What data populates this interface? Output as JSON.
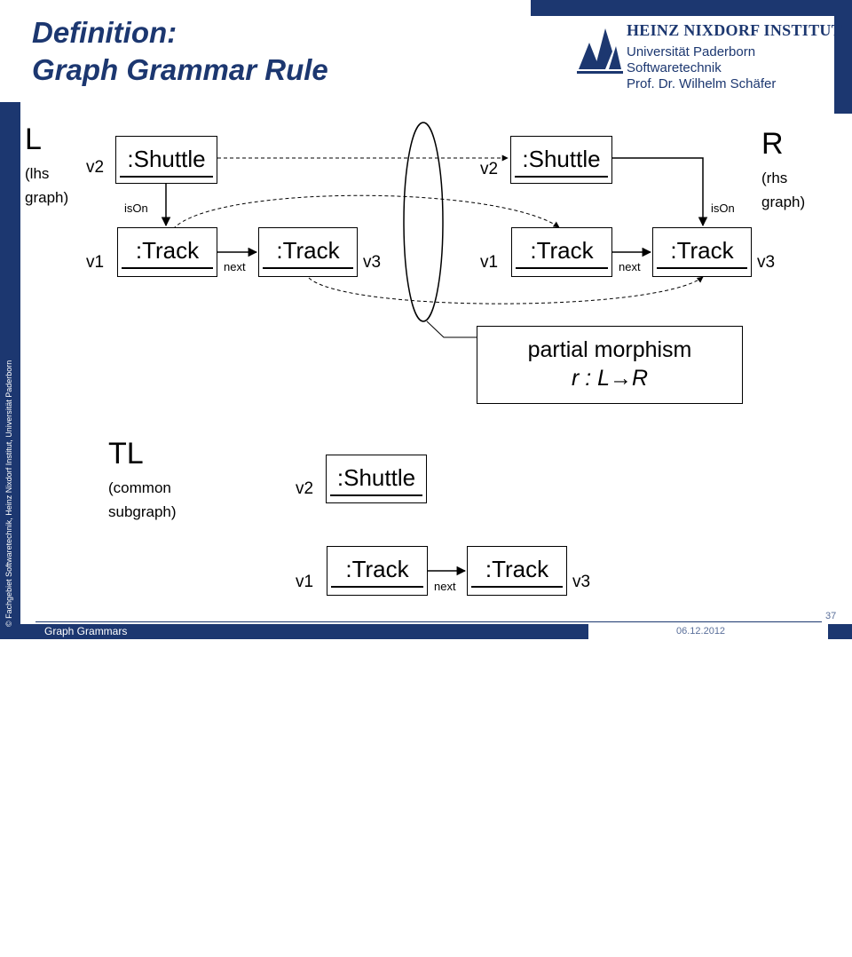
{
  "slide": {
    "title_line1": "Definition:",
    "title_line2": "Graph Grammar Rule"
  },
  "logo": {
    "institute_name": "HEINZ NIXDORF INSTITUT",
    "university": "Universität Paderborn",
    "department": "Softwaretechnik",
    "professor": "Prof. Dr. Wilhelm Schäfer"
  },
  "sidebar": {
    "copyright": "© Fachgebiet Softwaretechnik, Heinz Nixdorf Institut, Universität Paderborn"
  },
  "footer": {
    "lecture": "Graph Grammars",
    "date": "06.12.2012",
    "page": "37"
  },
  "lhs": {
    "letter": "L",
    "desc_line1": "(lhs",
    "desc_line2": "graph)",
    "shuttle": ":Shuttle",
    "track1": ":Track",
    "track2": ":Track",
    "v_shuttle": "v2",
    "v_track1": "v1",
    "v_track2": "v3",
    "edge_ison": "isOn",
    "edge_next": "next"
  },
  "rhs": {
    "letter": "R",
    "desc_line1": "(rhs",
    "desc_line2": "graph)",
    "shuttle": ":Shuttle",
    "track1": ":Track",
    "track2": ":Track",
    "v_shuttle": "v2",
    "v_track1": "v1",
    "v_track2": "v3",
    "edge_ison": "isOn",
    "edge_next": "next"
  },
  "morphism": {
    "line1": "partial morphism",
    "line2": "r : L→R"
  },
  "tl": {
    "letter": "TL",
    "desc_line1": "(common",
    "desc_line2": "subgraph)",
    "shuttle": ":Shuttle",
    "track1": ":Track",
    "track2": ":Track",
    "v_shuttle": "v2",
    "v_track1": "v1",
    "v_track2": "v3",
    "edge_next": "next"
  },
  "colors": {
    "brand_blue": "#1c3770"
  }
}
